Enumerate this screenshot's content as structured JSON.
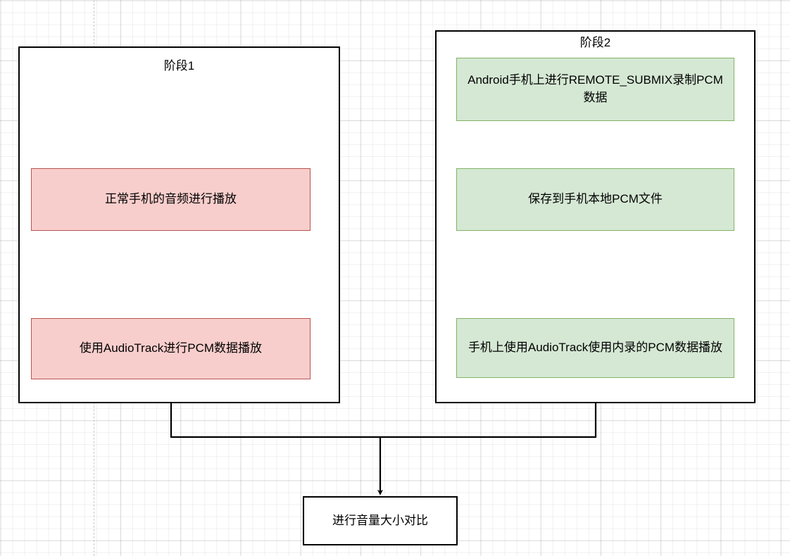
{
  "diagram": {
    "background": {
      "grid_minor_color": "#f0f0f0",
      "grid_major_color": "#e6e6e6",
      "page_guide_color": "#c8c8c8",
      "canvas_color": "#ffffff"
    },
    "palette": {
      "pink_fill": "#f8cecc",
      "pink_stroke": "#b85450",
      "green_fill": "#d5e8d4",
      "green_stroke": "#82b366",
      "plain_fill": "#ffffff",
      "plain_stroke": "#000000",
      "edge_color": "#000000"
    },
    "containers": [
      {
        "id": "stage1",
        "title": "阶段1"
      },
      {
        "id": "stage2",
        "title": "阶段2"
      }
    ],
    "nodes": {
      "stage1_step1": "正常手机的音频进行播放",
      "stage1_step2": "使用AudioTrack进行PCM数据播放",
      "stage2_step1": "Android手机上进行REMOTE_SUBMIX录制PCM数据",
      "stage2_step2": "保存到手机本地PCM文件",
      "stage2_step3": "手机上使用AudioTrack使用内录的PCM数据播放",
      "result": "进行音量大小对比"
    },
    "edges": [
      {
        "id": "e1",
        "from": "stage1_step1",
        "to": "stage1_step2",
        "label": ""
      },
      {
        "id": "e2",
        "from": "stage2_step1",
        "to": "stage2_step2",
        "label": ""
      },
      {
        "id": "e3",
        "from": "stage2_step2",
        "to": "stage2_step3",
        "label": ""
      },
      {
        "id": "e4",
        "from": "stage1",
        "to": "result",
        "label": ""
      },
      {
        "id": "e5",
        "from": "stage2",
        "to": "result",
        "label": ""
      }
    ]
  }
}
